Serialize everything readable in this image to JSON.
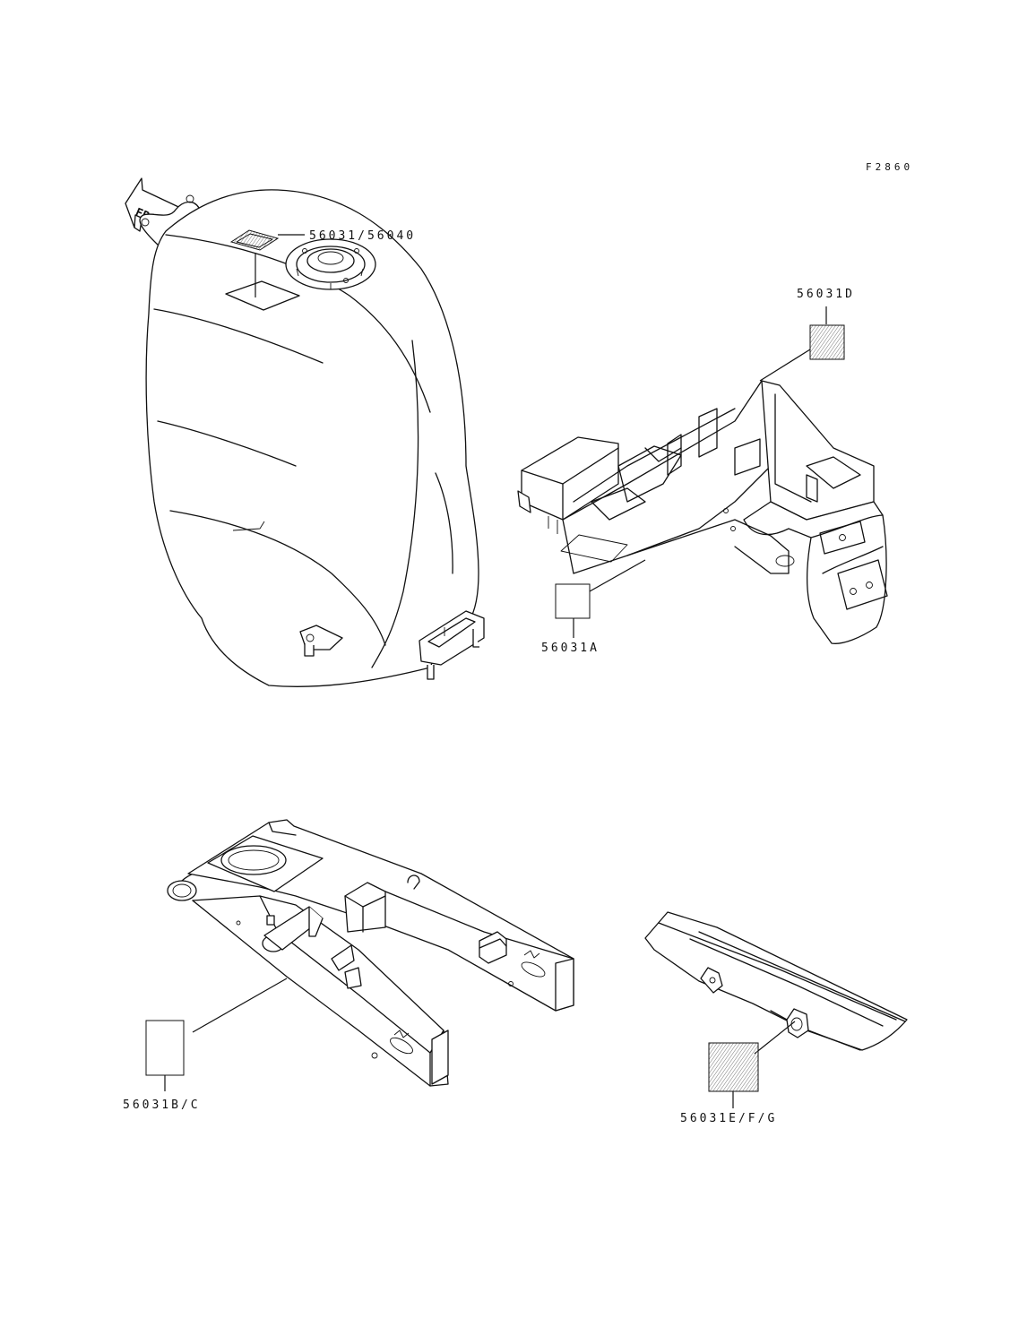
{
  "figure_code": "F2860",
  "front_arrow": {
    "label": "FRONT"
  },
  "parts": [
    {
      "id": "tank-label",
      "part_number": "56031/56040"
    },
    {
      "id": "rear-fender-label-top",
      "part_number": "56031D"
    },
    {
      "id": "rear-fender-label-bottom",
      "part_number": "56031A"
    },
    {
      "id": "swingarm-label",
      "part_number": "56031B/C"
    },
    {
      "id": "chain-cover-label",
      "part_number": "56031E/F/G"
    }
  ]
}
